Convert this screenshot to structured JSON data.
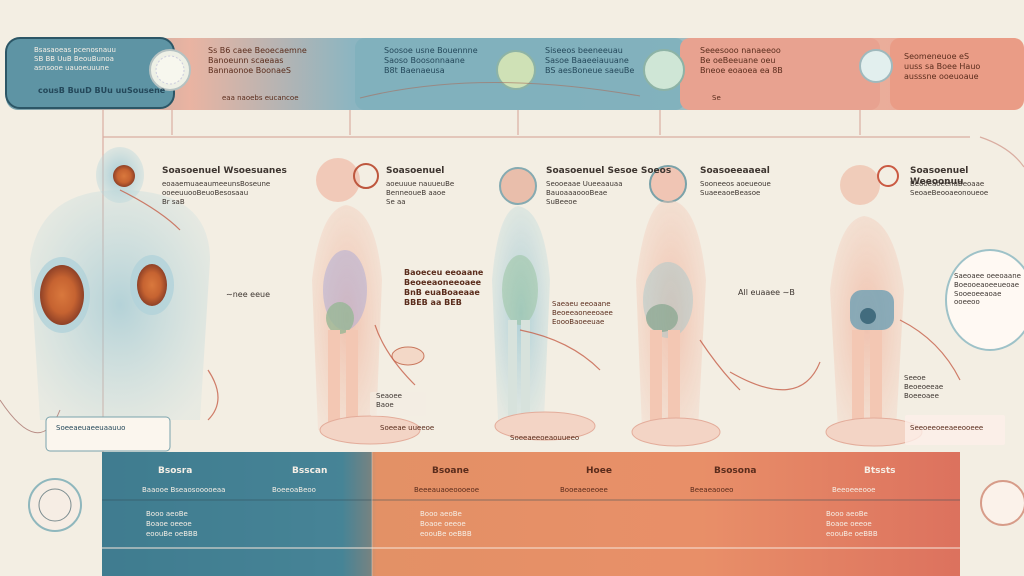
{
  "header": {
    "panels": [
      {
        "lines": "Bsasaoeas pcenosnauu\nSB BB UuB BeouBunoa\nasnsooe uauoeuuune",
        "footer": "cousB BuuD BUu uuSousene",
        "color": "#5e94a4"
      },
      {
        "lines": "Ss B6 caee Beoecaemne\nBanoeunn scaeaas\nBannaonoe BoonaeS",
        "footer": "eaa naoebs eucancoe",
        "color": "#e8a996"
      },
      {
        "lines": "Soosoe usne Bouennne\nSaoso Boosonnaane\nB8t Baenaeusa",
        "footer": "",
        "color": "#7aabbb"
      },
      {
        "lines": "Siseeos beeneeuau\nSasoe Baaeeiauuane\nBS aesBoneue saeuBe",
        "footer": "",
        "color": "#7aabbb"
      },
      {
        "lines": "Seeesooo nanaeeoo\nBe oeBeeuane oeu\nBneoe eoaoea ea 8B",
        "footer": "Se",
        "color": "#e8a996"
      },
      {
        "lines": "Seomeneuoe eS\nuuss sa Boee Hauo\nausssne ooeuoaue",
        "footer": "",
        "color": "#e8a996"
      }
    ]
  },
  "stages": [
    {
      "heading": "Soasoenuel Wsoesuanes",
      "lines": "eoaaemuaeaumeeunsBoseune\nooeeuuooBeuoBesosaau\nBr saB",
      "arrow": "∼nee eeue"
    },
    {
      "heading": "Soasoenuel",
      "lines": "aoeuuue nauueuBe\nBenneoueB aaoe\nSe aa",
      "arrow": ""
    },
    {
      "heading": "Soasoenuel Sesoe Soeos",
      "lines": "Seooeaae Uueeaauaa\nBauoaaaoooBeae\nSuBeeoe",
      "arrow": ""
    },
    {
      "heading": "Soasoeeaaeal",
      "lines": "Sooneeos aoeueoue\nSuaeeaoeBeasoe",
      "arrow": "All euaaee ∼B"
    },
    {
      "heading": "Soasoenuel Weeoonuu",
      "lines": "BeooeaoeenaBeoaae\nSeoaeBeooaeonoueoe",
      "arrow": ""
    }
  ],
  "callouts": [
    {
      "lines": "Baoeceu eeoaane\nBeoeeaoneeoaee\nBnB euaBoaeaae\nBBEB aa BEB"
    },
    {
      "lines": "Saeaeu eeoaane\nBeoeeaoneeoaee\nEoooBaoeeuae"
    },
    {
      "lines": "Saeoaee oeeoaane\nBoeooeaoeeueoae\nSooeoeeaoae\nooeeoo"
    },
    {
      "lines": "Seeoe\nBeoeoeeae\nBoeeoaee"
    },
    {
      "lines": "Seaoee\nBaoe"
    }
  ],
  "labels": [
    {
      "text": "Soeeaeuaeeuaauuo"
    },
    {
      "text": "Soeeae uueeoe"
    },
    {
      "text": "Soeeaeeoeaouueeo"
    },
    {
      "text": "Seeoeeoeeaeeooeee"
    }
  ],
  "table": {
    "columns": [
      {
        "head": "Bsosra",
        "sub": "Baaooe Bseaosooooeaa",
        "color": "#3f7f93"
      },
      {
        "head": "Bsscan",
        "sub": "BoeeoaBeoo",
        "color": "#4a8c9f"
      },
      {
        "head": "Bsoane",
        "sub": "Beeeauaoeoooeoe",
        "color": "#e0885e"
      },
      {
        "head": "Hoee",
        "sub": "Booeaeoeoee",
        "color": "#e4845c"
      },
      {
        "head": "Bsosona",
        "sub": "Beeaeaooeo",
        "color": "#e57c5e"
      },
      {
        "head": "Btssts",
        "sub": "Beeoeeeooe",
        "color": "#dd6d58"
      }
    ],
    "rows": [
      "Booo aeoBe",
      "Boaoe oeeoe",
      "eoouBe oeBBB"
    ]
  },
  "colors": {
    "teal": "#5e94a4",
    "salmon": "#e8a996",
    "orange": "#e0885e",
    "background": "#f3eee3"
  }
}
